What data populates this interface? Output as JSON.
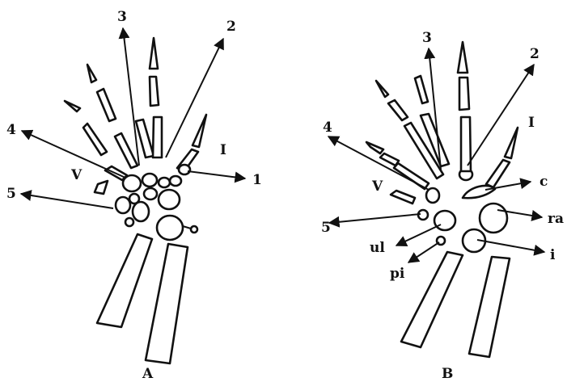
{
  "panels": {
    "A": {
      "caption": "A",
      "labels": {
        "d1": "1",
        "d2": "2",
        "d3": "3",
        "d4": "4",
        "d5": "5",
        "roman_i": "I",
        "roman_v": "V"
      }
    },
    "B": {
      "caption": "B",
      "labels": {
        "d2": "2",
        "d3": "3",
        "d4": "4",
        "d5": "5",
        "roman_i": "I",
        "roman_v": "V",
        "c": "c",
        "ra": "ra",
        "i": "i",
        "ul": "ul",
        "pi": "pi"
      }
    }
  },
  "colors": {
    "ink": "#111111",
    "background": "#ffffff"
  }
}
